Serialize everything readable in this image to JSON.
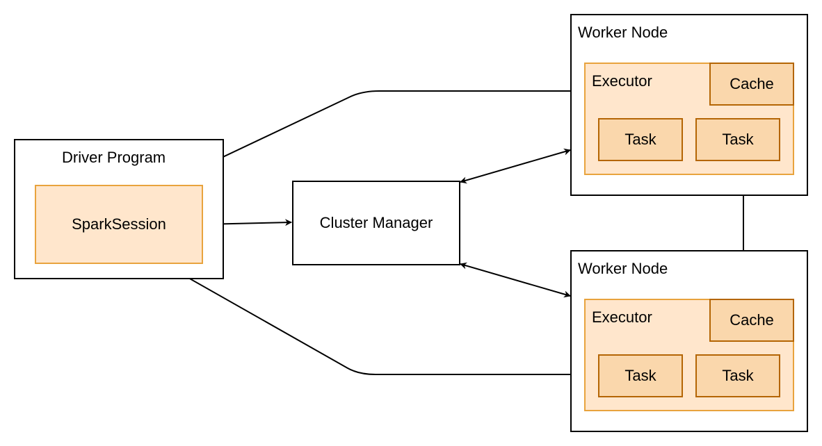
{
  "driver": {
    "title": "Driver Program",
    "session_label": "SparkSession"
  },
  "cluster_manager": {
    "label": "Cluster Manager"
  },
  "workers": [
    {
      "title": "Worker Node",
      "executor": {
        "label": "Executor",
        "cache_label": "Cache",
        "tasks": [
          "Task",
          "Task"
        ]
      }
    },
    {
      "title": "Worker Node",
      "executor": {
        "label": "Executor",
        "cache_label": "Cache",
        "tasks": [
          "Task",
          "Task"
        ]
      }
    }
  ],
  "colors": {
    "container_border": "#000000",
    "session_fill": "#ffe6cc",
    "session_border": "#e8a33d",
    "inner_fill": "#fad7ac",
    "inner_border": "#b46504",
    "arrow": "#000000"
  }
}
